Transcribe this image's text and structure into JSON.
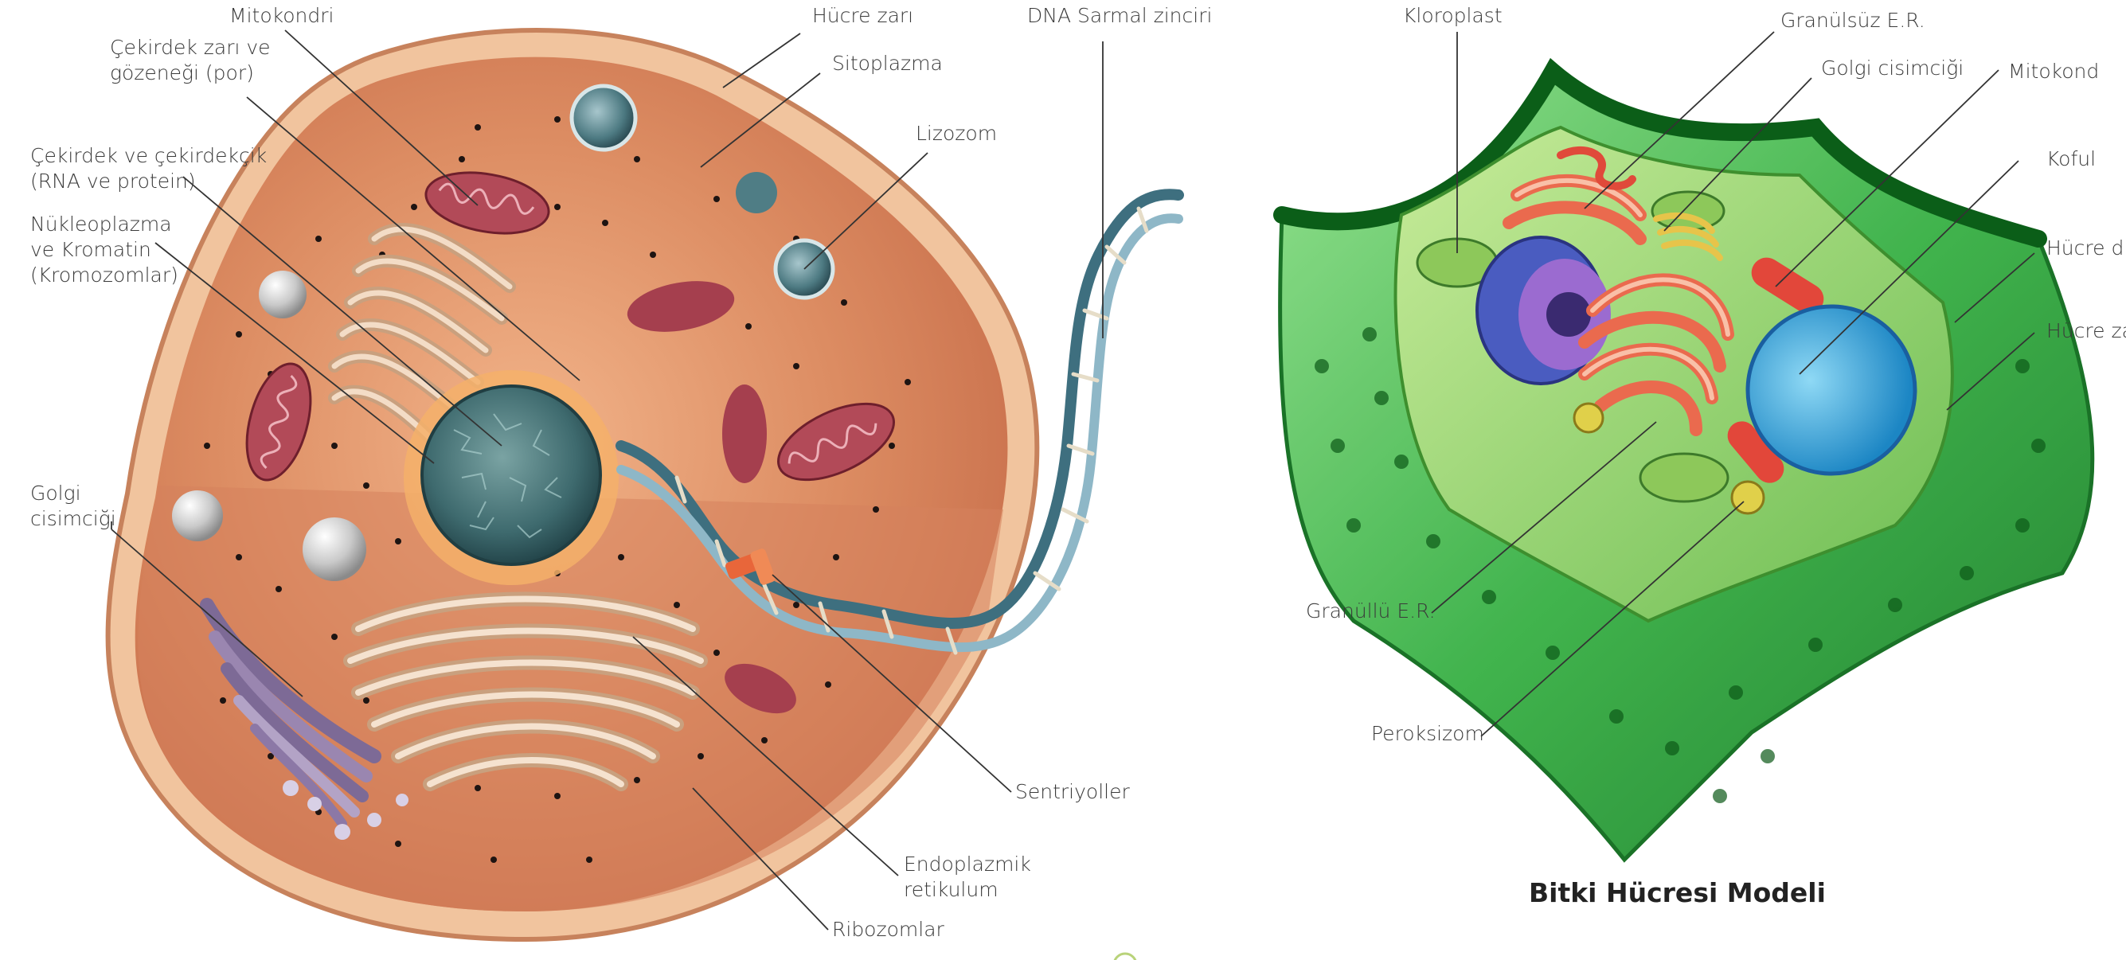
{
  "animal_cell": {
    "labels": {
      "mitokondri": "Mitokondri",
      "hucre_zari": "Hücre zarı",
      "dna": "DNA Sarmal zinciri",
      "cekirdek_zari_1": "Çekirdek zarı ve",
      "cekirdek_zari_2": "gözeneği (por)",
      "sitoplazma": "Sitoplazma",
      "lizozom": "Lizozom",
      "cekirdekcik_1": "Çekirdek ve çekirdekçik",
      "cekirdekcik_2": "(RNA ve protein)",
      "nukleoplazma_1": "Nükleoplazma",
      "nukleoplazma_2": "ve Kromatin",
      "nukleoplazma_3": "(Kromozomlar)",
      "golgi_1": "Golgi",
      "golgi_2": "cisimciği",
      "sentriyoller": "Sentriyoller",
      "er_1": "Endoplazmik",
      "er_2": "retikulum",
      "ribozomlar": "Ribozomlar"
    }
  },
  "plant_cell": {
    "labels": {
      "kloroplast": "Kloroplast",
      "granulsuz_er": "Granülsüz E.R.",
      "golgi": "Golgi cisimciği",
      "mitokondri": "Mitokond",
      "koful": "Koful",
      "hucre_duvari": "Hücre du",
      "hucre_zari": "Hücre za",
      "granullu_er": "Granüllü E.R.",
      "peroksizom": "Peroksizom"
    },
    "caption": "Bitki Hücresi Modeli"
  },
  "colors": {
    "cytoplasm": "#d98a62",
    "membrane": "#f0c29a",
    "nucleus": "#3f6f73",
    "mitochondria": "#a8424e",
    "golgi": "#9a86b0",
    "er": "#e8c8a8",
    "plant_wall": "#2fa33a",
    "plant_wall_light": "#7fd37a",
    "vacuole": "#2fa6d8",
    "plant_er": "#e8604a"
  }
}
